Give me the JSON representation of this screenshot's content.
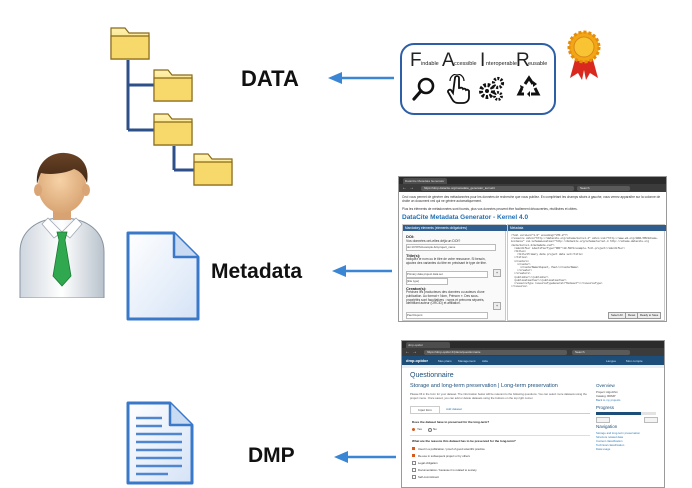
{
  "labels": {
    "data": "DATA",
    "metadata": "Metadata",
    "dmp": "DMP"
  },
  "fair": {
    "f_big": "F",
    "f_small": "indable",
    "a_big": "A",
    "a_small": "ccessible",
    "i_big": "I",
    "i_small": "nteroperable",
    "r_big": "R",
    "r_small": "eusable"
  },
  "datacite_shot": {
    "tab_title": "DataCite Metadata Generator",
    "url": "https://dmp.datacite.org/metadata_generator_kernel4",
    "search": "Search",
    "intro": "Ceci vous permet de générer des métadonnées pour les données de recherche que vous publiez. En complétant les champs situés à gauche, vous verrez apparaître sur la colonne de droite un document xml qui ne génère automatiquement.",
    "intro2": "Plus les éléments de métadonnées sont fournis, plus vos données peuvent être facilement découvertes, réutilisées et citées.",
    "title": "DataCite Metadata Generator - Kernel 4.0",
    "left_header": "Mandatory elements (elements obligatoires)",
    "right_header": "Metadata",
    "f1_label": "DOI:",
    "f1_help": "Vos données ont-elles déjà un DOI?",
    "f1_value": "doi:10.5072/example-full-project_name",
    "f2_label": "Title(s):",
    "f2_help": "Indiquez le nom ou le titre de votre ressource. Si besoin, ajoutez des variantes du titre en précisant le type de titre.",
    "f2_value": "Primary data project data set",
    "f2_select": "[title type]",
    "f3_label": "Creator(s):",
    "f3_help": "Précisez les producteurs des données ou auteurs d'une publication. Au format « Nom, Prénom ». Des sous-propriétés sont facultatives : noms et prénoms séparés, identifiant auteur (ORCID) et affiliation.",
    "f3_value": "Paul Dupont",
    "xml_lines": [
      "<?xml version=\"1.0\" encoding=\"UTF-8\"?>",
      "<resource xmlns=\"http://datacite.org/schema/kernel-4\" xmlns:xsi=\"http://www.w3.org/2001/XMLSchema-",
      "instance\" xsi:schemaLocation=\"http://datacite.org/schema/kernel-4 http://schema.datacite.org",
      "/meta/kernel-4/metadata.xsd\">",
      "  <identifier identifierType=\"DOI\">10.5072/example-full-project</identifier>",
      "  <titles>",
      "    <title>Primary data project data set</title>",
      "  </titles>",
      "  <creators>",
      "    <creator>",
      "      <creatorName>Dupont, Paul</creatorName>",
      "    </creator>",
      "  </creators>",
      "  <publisher></publisher>",
      "  <publicationYear></publicationYear>",
      "  <resourceType resourceTypeGeneral=\"Dataset\"></resourceType>",
      "</resource>"
    ],
    "btn1": "Select All",
    "btn2": "Reset",
    "btn3": "Ready to Save"
  },
  "dmp_shot": {
    "tab_title": "dmp.opidor",
    "url": "https://dmp.opidor.fr/plans/questionnaire",
    "search": "Search",
    "logo": "dmp.opidor",
    "nav": [
      "Mes plans",
      "Management",
      "Aide"
    ],
    "nav_right": [
      "Langue",
      "Mon compte"
    ],
    "page_title": "Questionnaire",
    "section_title": "Storage and long-term preservation | Long-term preservation",
    "desc": "Please fill in the form for your dataset. The information below will be relevant to the following questions. You can select more datasets using the project menu. Once saved, you can add or delete datasets using the buttons on the top right corner.",
    "tabs": [
      "Input form",
      "Add dataset"
    ],
    "q1": "Does the dataset have to preserved for the long-term?",
    "yes": "Yes",
    "no": "No",
    "q2": "What are the reasons this dataset has to be preserved for the long-term?",
    "opts": [
      "Used in a publication / proof of good scientific practice",
      "Re-use in subsequent project or by others",
      "Legal obligation",
      "Documentation / because it is related to society",
      "Self-commitment"
    ],
    "side_title1": "Overview",
    "side_lines1": [
      "Project: Algorithm",
      "Catalog: RDMP",
      "Back to my projects"
    ],
    "side_title2": "Progress",
    "side_title3": "Navigation",
    "side_lines3": [
      "Storage and long-term preservation",
      "Structure related data",
      "Content classification",
      "Technical classification",
      "Data usage"
    ]
  }
}
